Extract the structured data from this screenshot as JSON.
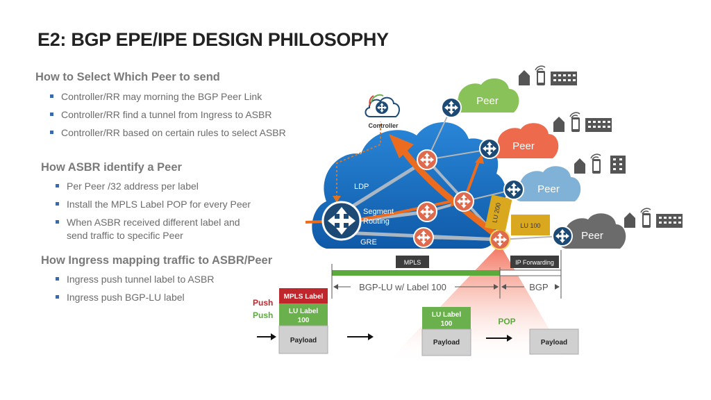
{
  "title": "E2: BGP EPE/IPE DESIGN PHILOSOPHY",
  "sections": [
    {
      "heading": "How to Select Which Peer to send",
      "bullets": [
        "Controller/RR may morning the BGP Peer Link",
        "Controller/RR find a tunnel from Ingress to ASBR",
        "Controller/RR based on certain rules to select ASBR"
      ]
    },
    {
      "heading": "How ASBR identify a Peer",
      "bullets": [
        "Per Peer /32 address per label",
        "Install the MPLS Label POP for every Peer",
        "When ASBR received different label and send traffic to specific Peer"
      ]
    },
    {
      "heading": "How Ingress mapping traffic to ASBR/Peer",
      "bullets": [
        "Ingress push tunnel label to ASBR",
        "Ingress push BGP-LU label"
      ]
    }
  ],
  "diagram": {
    "controller_label": "Controller",
    "cloud_labels": {
      "ldp": "LDP",
      "sr1": "Segment",
      "sr2": "Routing",
      "gre": "GRE"
    },
    "peers": [
      "Peer",
      "Peer",
      "Peer",
      "Peer"
    ],
    "lu_tags": {
      "lu200": "LU 200",
      "lu100": "LU 100"
    },
    "bars": {
      "mpls": "MPLS",
      "ip": "IP Forwarding"
    },
    "spans": {
      "bgplu": "BGP-LU w/ Label 100",
      "bgp": "BGP"
    },
    "packets": {
      "mpls_label": "MPLS Label",
      "lu_label_1": "LU Label",
      "lu_label_2": "100",
      "payload": "Payload",
      "push1": "Push",
      "push2": "Push",
      "pop": "POP"
    },
    "colors": {
      "cloud_blue": "#1f6fc5",
      "router_orange": "#e06a4e",
      "router_navy": "#1d4a75",
      "peer_green": "#8ac25a",
      "peer_red": "#ee6a4c",
      "peer_lightblue": "#7fb2d6",
      "peer_gray": "#6b6b6b",
      "lu_gold": "#d9a81e",
      "mpls_red": "#c0272d",
      "lu_green": "#6ab04c",
      "bar_green": "#5aab3c"
    }
  }
}
